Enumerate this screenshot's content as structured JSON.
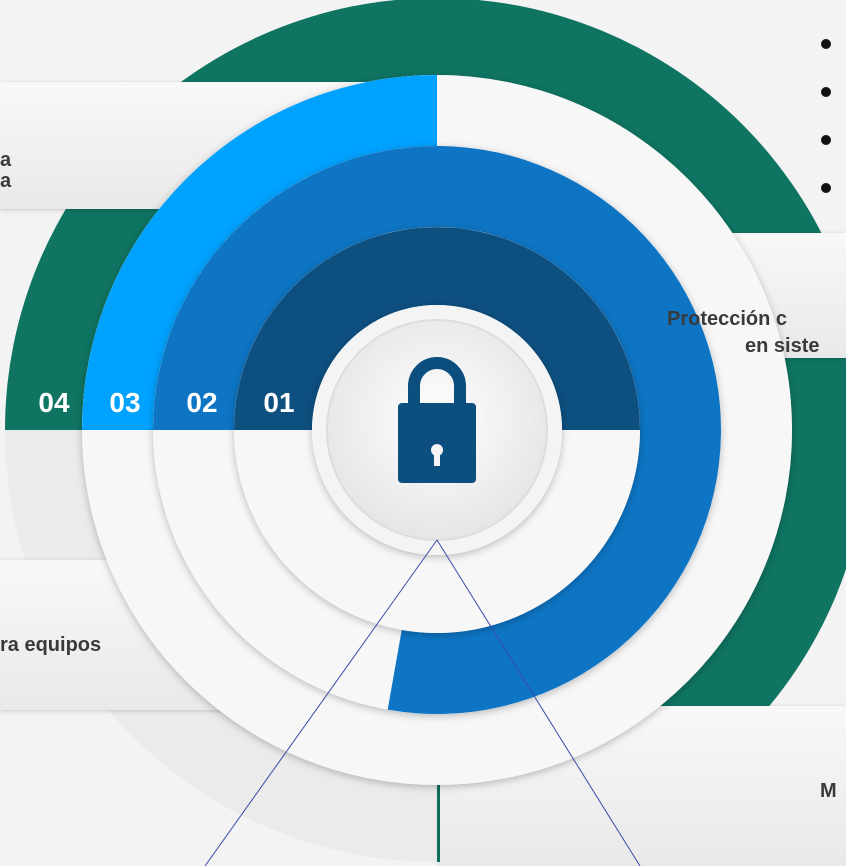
{
  "colors": {
    "green": "#0f7462",
    "light_blue": "#00a2ff",
    "mid_blue": "#0f74c4",
    "dark_blue": "#0c4f7f",
    "text": "#3a3a3a",
    "band": "#f2f2f2",
    "ring_white": "#f7f7f7"
  },
  "icon": "lock-icon",
  "bullets_count": 4,
  "segments": [
    {
      "number": "01",
      "color": "#0c4f7f"
    },
    {
      "number": "02",
      "color": "#0f74c4"
    },
    {
      "number": "03",
      "color": "#00a2ff"
    },
    {
      "number": "04",
      "color": "#0f7462"
    }
  ],
  "texts": {
    "top_left_line1": "a",
    "top_left_line2": "a",
    "right_line1": "Protección c",
    "right_line2": "en siste",
    "bottom_left": "ra equipos",
    "bottom_right": "M"
  }
}
